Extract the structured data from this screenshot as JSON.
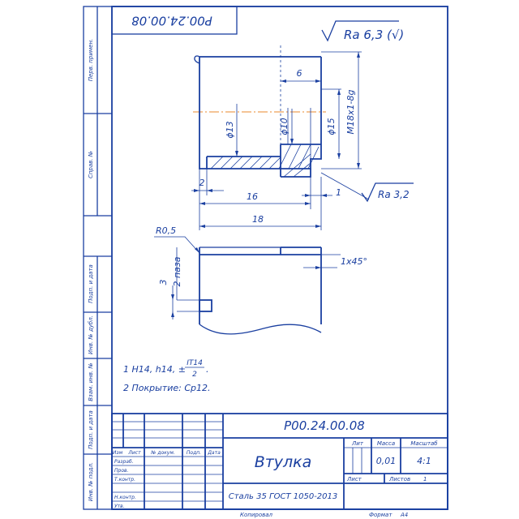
{
  "header": {
    "mirrored_code": "P00.24.00.08"
  },
  "roughness": {
    "general": "Ra 6,3 (√)",
    "local": "Ra 3,2"
  },
  "dimensions": {
    "d6": "6",
    "d13": "ϕ13",
    "d10": "ϕ10",
    "d15": "ϕ15",
    "thread": "M18x1-8g",
    "d2": "2",
    "d16": "16",
    "d18": "18",
    "d1": "1",
    "radius": "R0,5",
    "chamfer": "1x45°",
    "d3": "3",
    "groove_note": "2 паза"
  },
  "notes": {
    "n1_prefix": "1 H14, h14, ±",
    "n1_num": "IT14",
    "n1_den": "2",
    "n1_suffix": ".",
    "n2": "2 Покрытие: Ср12."
  },
  "sidebar": {
    "top": [
      "Перв. примен.",
      "Справ. №"
    ],
    "bottom": [
      "Подп. и дата",
      "Инв. № дубл.",
      "Взам. инв. №",
      "Подп. и дата",
      "Инв. № подл."
    ]
  },
  "title_block": {
    "designation": "P00.24.00.08",
    "name": "Втулка",
    "material": "Сталь 35  ГОСТ 1050-2013",
    "headers": {
      "lit": "Лит",
      "mass": "Масса",
      "scale": "Масштаб"
    },
    "mass_value": "0,01",
    "scale_value": "4:1",
    "sheet_label": "Лист",
    "sheets_label": "Листов",
    "sheets_value": "1",
    "col_headers": [
      "Изм",
      "Лист",
      "№ докум.",
      "Подп.",
      "Дата"
    ],
    "rows": [
      "Разраб.",
      "Пров.",
      "Т.контр.",
      "",
      "Н.контр.",
      "Утв."
    ]
  },
  "footer": {
    "copied": "Копировал",
    "format_label": "Формат",
    "format_value": "A4"
  }
}
